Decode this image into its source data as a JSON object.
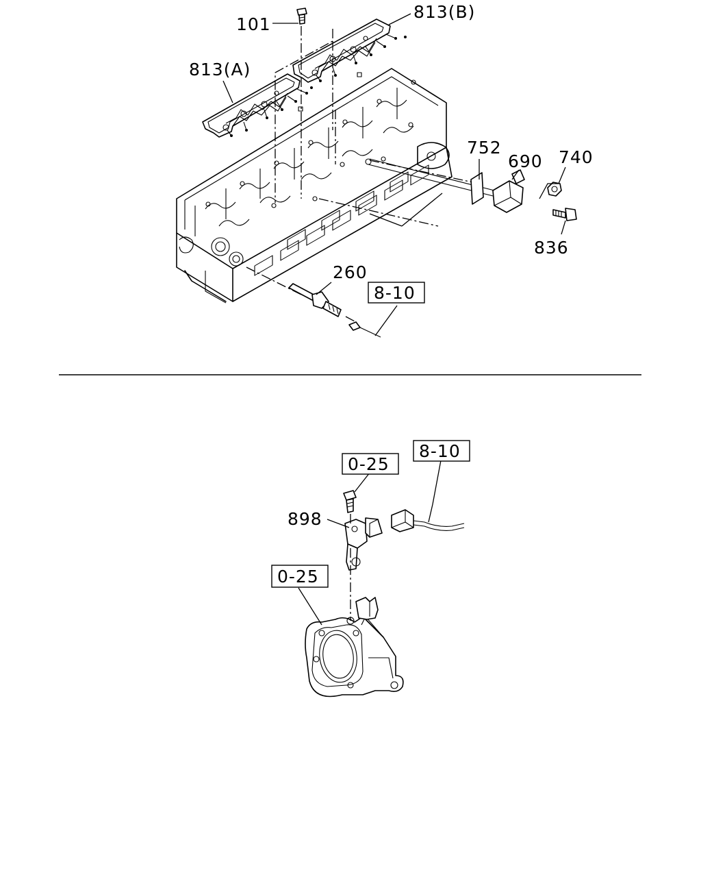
{
  "top_section": {
    "callouts": {
      "p101": "101",
      "p813a": "813(A)",
      "p813b": "813(B)",
      "p752": "752",
      "p690": "690",
      "p740": "740",
      "p836": "836",
      "p260": "260"
    },
    "references": {
      "r810": "8-10"
    }
  },
  "bottom_section": {
    "callouts": {
      "p898": "898"
    },
    "references": {
      "r025_bolt": "0-25",
      "r810": "8-10",
      "r025_housing": "0-25"
    }
  }
}
